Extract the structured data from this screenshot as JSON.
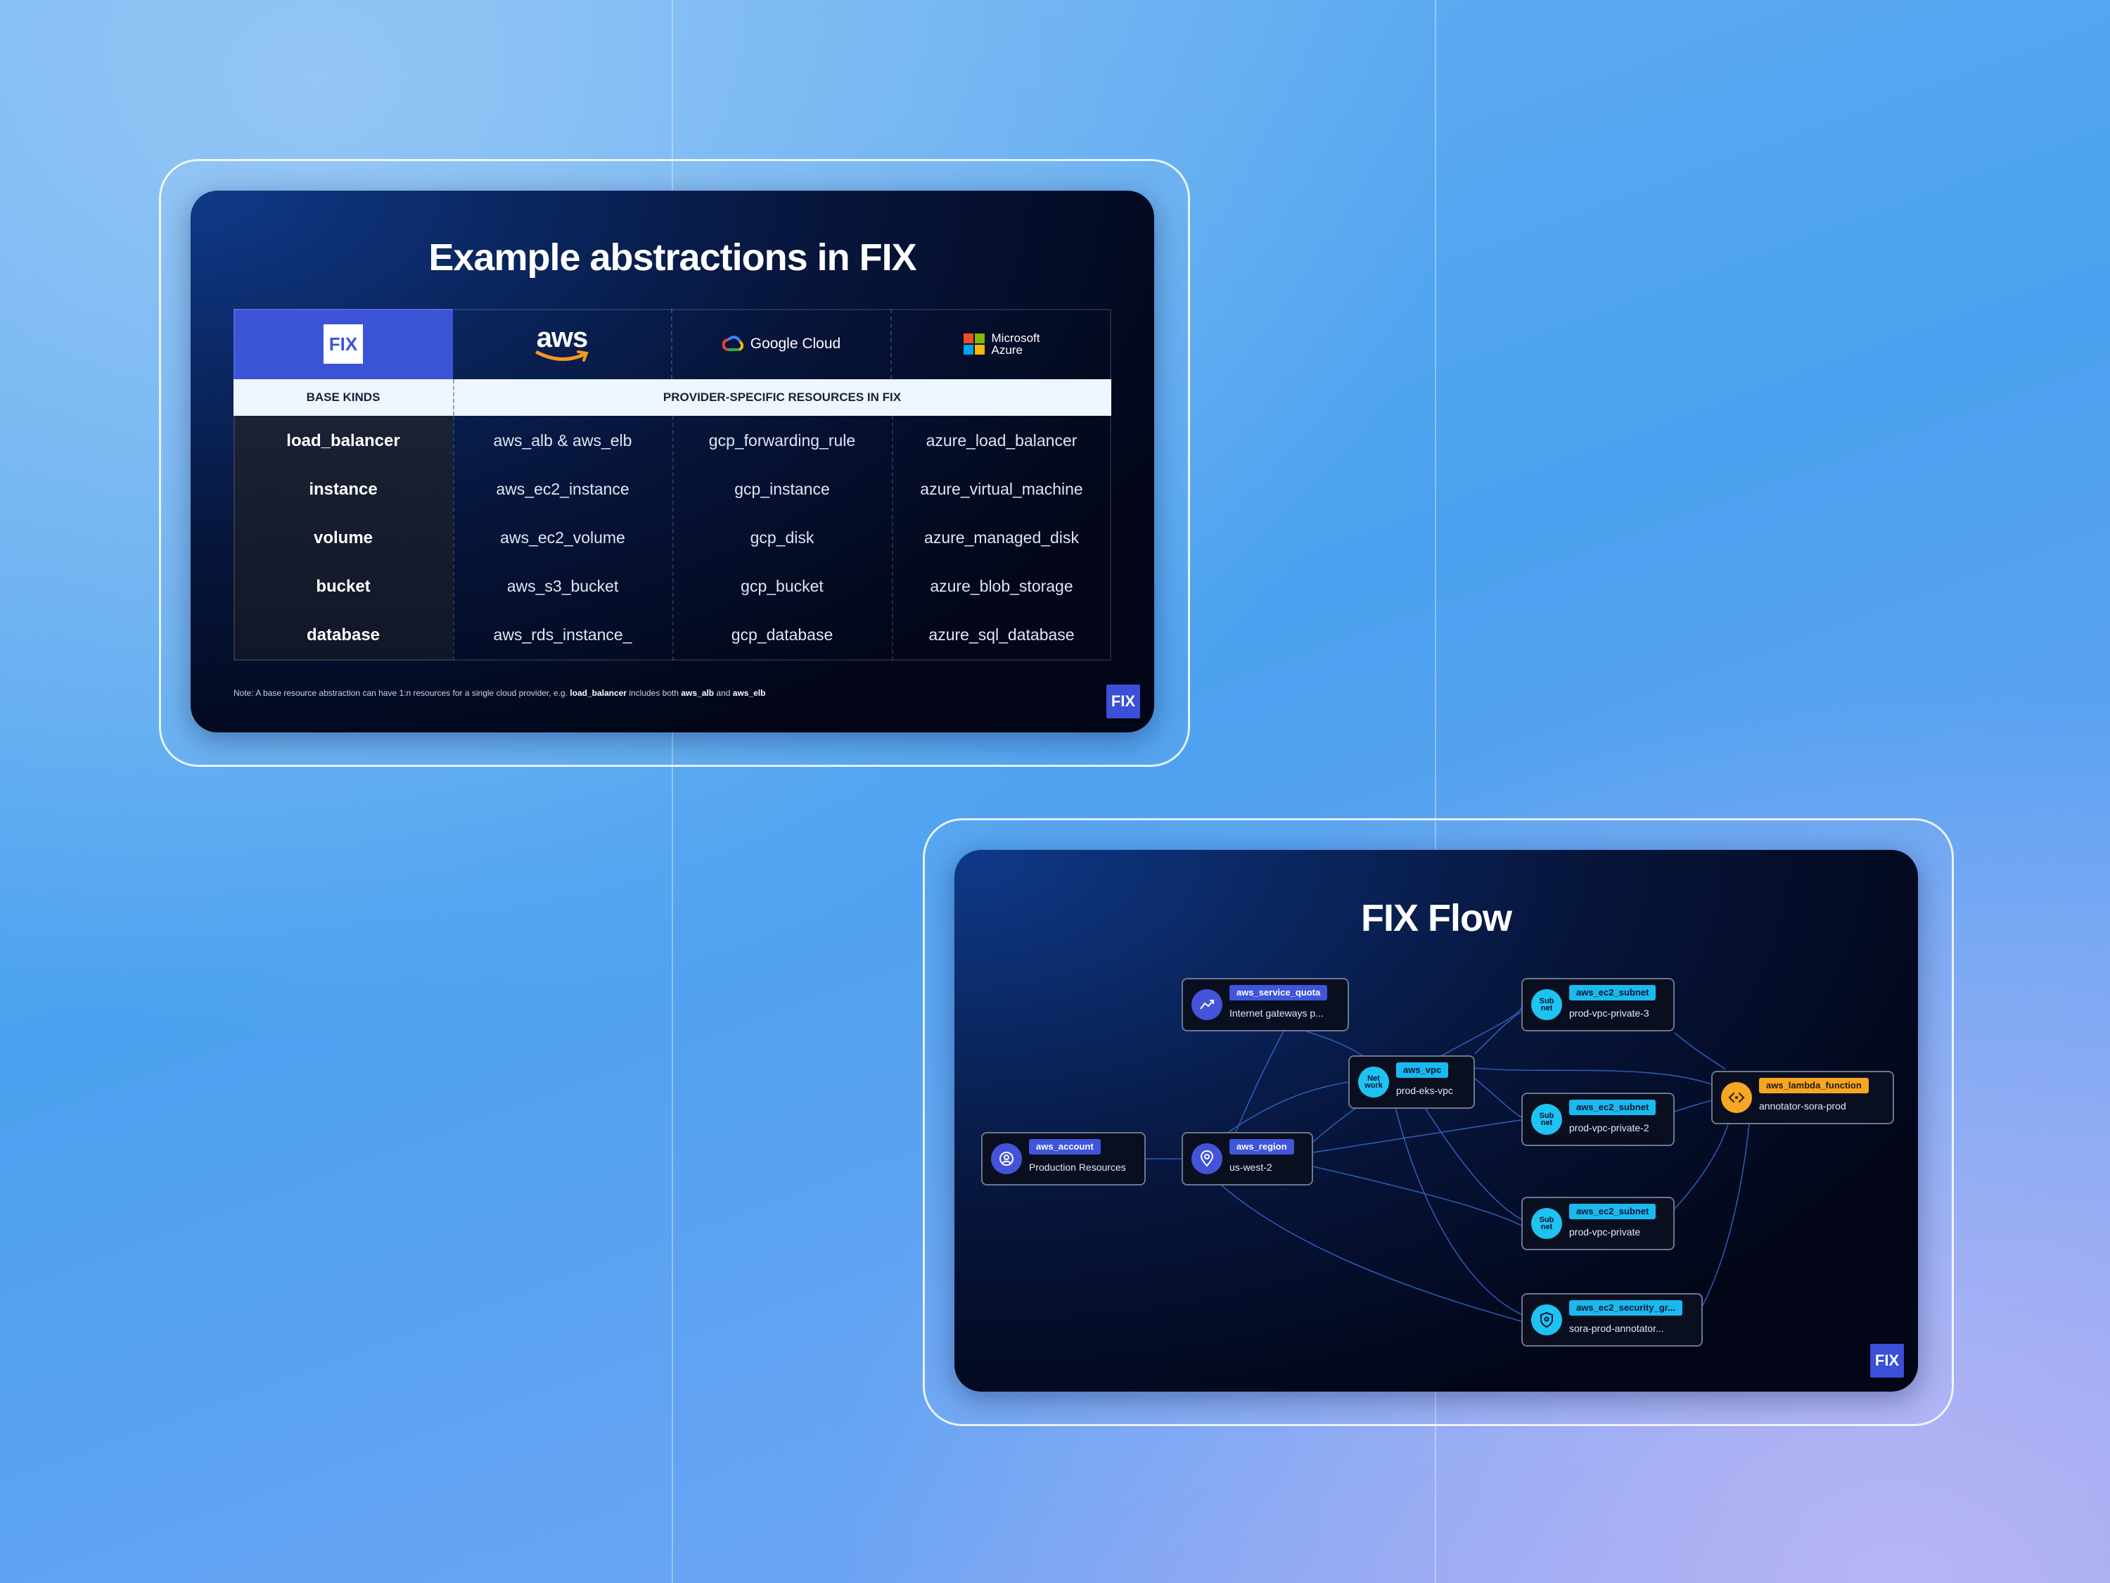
{
  "table_slide": {
    "title": "Example abstractions in FIX",
    "header_logos": {
      "fix": "FIX",
      "aws": "aws",
      "google": "Google Cloud",
      "microsoft_line1": "Microsoft",
      "microsoft_line2": "Azure"
    },
    "subheaders": {
      "base": "BASE KINDS",
      "provider": "PROVIDER-SPECIFIC RESOURCES IN FIX"
    },
    "rows": [
      {
        "base": "load_balancer",
        "aws": "aws_alb & aws_elb",
        "gcp": "gcp_forwarding_rule",
        "azure": "azure_load_balancer"
      },
      {
        "base": "instance",
        "aws": "aws_ec2_instance",
        "gcp": "gcp_instance",
        "azure": "azure_virtual_machine"
      },
      {
        "base": "volume",
        "aws": "aws_ec2_volume",
        "gcp": "gcp_disk",
        "azure": "azure_managed_disk"
      },
      {
        "base": "bucket",
        "aws": "aws_s3_bucket",
        "gcp": "gcp_bucket",
        "azure": "azure_blob_storage"
      },
      {
        "base": "database",
        "aws": "aws_rds_instance_",
        "gcp": "gcp_database",
        "azure": "azure_sql_database"
      }
    ],
    "note": {
      "prefix": "Note: A base resource abstraction can have 1:n resources for a single cloud provider, e.g. ",
      "term1": "load_balancer",
      "mid": " includes both ",
      "term2": "aws_alb",
      "and": " and ",
      "term3": "aws_elb"
    },
    "badge": "FIX"
  },
  "flow_slide": {
    "title": "FIX Flow",
    "badge": "FIX",
    "nodes": {
      "account": {
        "tag": "aws_account",
        "label": "Production Resources",
        "icon": "user-circle-icon"
      },
      "region": {
        "tag": "aws_region",
        "label": "us-west-2",
        "icon": "location-pin-icon"
      },
      "quota": {
        "tag": "aws_service_quota",
        "label": "Internet gateways p...",
        "icon": "gauge-icon"
      },
      "vpc": {
        "tag": "aws_vpc",
        "label": "prod-eks-vpc",
        "icon_text_1": "Net",
        "icon_text_2": "work"
      },
      "subnet3": {
        "tag": "aws_ec2_subnet",
        "label": "prod-vpc-private-3",
        "icon_text_1": "Sub",
        "icon_text_2": "net"
      },
      "subnet2": {
        "tag": "aws_ec2_subnet",
        "label": "prod-vpc-private-2",
        "icon_text_1": "Sub",
        "icon_text_2": "net"
      },
      "subnet1": {
        "tag": "aws_ec2_subnet",
        "label": "prod-vpc-private",
        "icon_text_1": "Sub",
        "icon_text_2": "net"
      },
      "secgroup": {
        "tag": "aws_ec2_security_gr...",
        "label": "sora-prod-annotator...",
        "icon": "shield-icon"
      },
      "lambda": {
        "tag": "aws_lambda_function",
        "label": "annotator-sora-prod",
        "icon": "code-brackets-icon"
      }
    },
    "colors": {
      "blue": "#3f55dc",
      "cyan": "#1ab9ee",
      "orange": "#f5a623",
      "edge": "#3b6fd8"
    }
  }
}
